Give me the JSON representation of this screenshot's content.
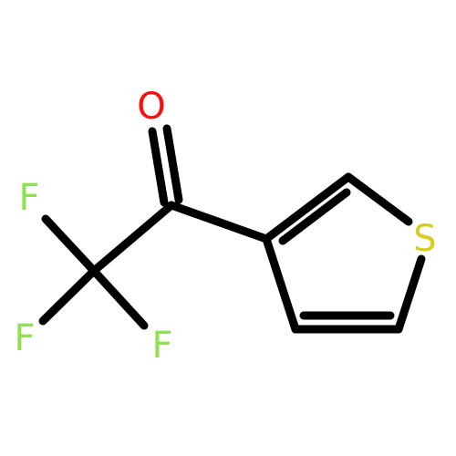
{
  "molecule": {
    "atoms": {
      "oxygen": {
        "symbol": "O",
        "color": "#ff0d0d"
      },
      "sulfur": {
        "symbol": "S",
        "color": "#d4cc20"
      },
      "fluorine_top": {
        "symbol": "F",
        "color": "#90e050"
      },
      "fluorine_bottom_left": {
        "symbol": "F",
        "color": "#90e050"
      },
      "fluorine_bottom_right": {
        "symbol": "F",
        "color": "#90e050"
      }
    },
    "bond_color": "#000000"
  }
}
